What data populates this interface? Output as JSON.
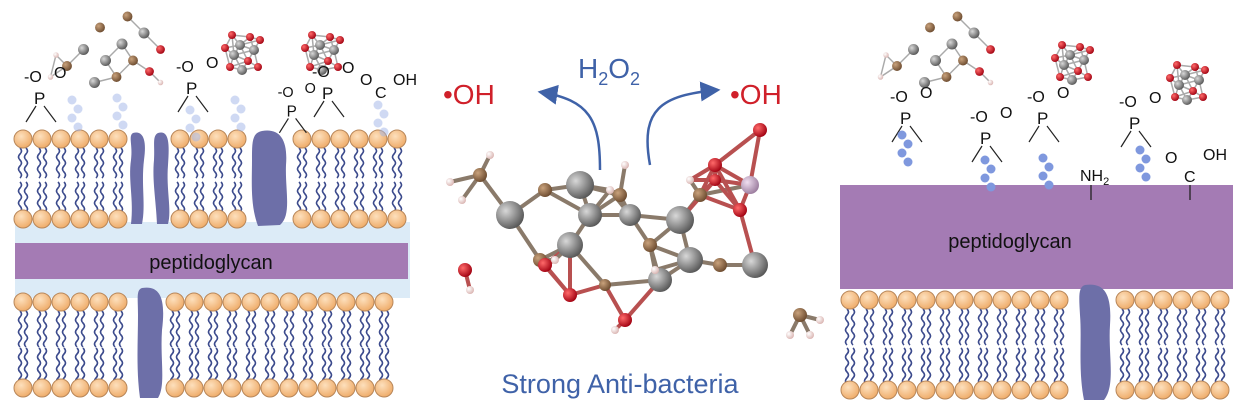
{
  "left_panel": {
    "layer_label": "peptidoglycan",
    "groups": {
      "phosphate_o_minus": "-O",
      "phosphate_p": "P",
      "phosphate_o": "O",
      "carboxyl_o": "O",
      "carboxyl_c": "C",
      "carboxyl_oh": "OH"
    }
  },
  "center_panel": {
    "radical_left": "•OH",
    "radical_right": "•OH",
    "reactant_h": "H",
    "reactant_sub1": "2",
    "reactant_o": "O",
    "reactant_sub2": "2",
    "caption": "Strong Anti-bacteria"
  },
  "right_panel": {
    "layer_label": "peptidoglycan",
    "amine_n": "NH",
    "amine_sub": "2",
    "carboxyl_o": "O",
    "carboxyl_c": "C",
    "carboxyl_oh": "OH"
  },
  "colors": {
    "radical": "#d0202a",
    "reactant": "#3f62a8",
    "caption": "#3f62a8",
    "peptidoglycan": "#a47bb4",
    "lipid_head": "#f6c48e",
    "lipid_tail": "#3b4a8c",
    "protein": "#6d6fa8",
    "teichoic_chain": "#7f98de"
  }
}
